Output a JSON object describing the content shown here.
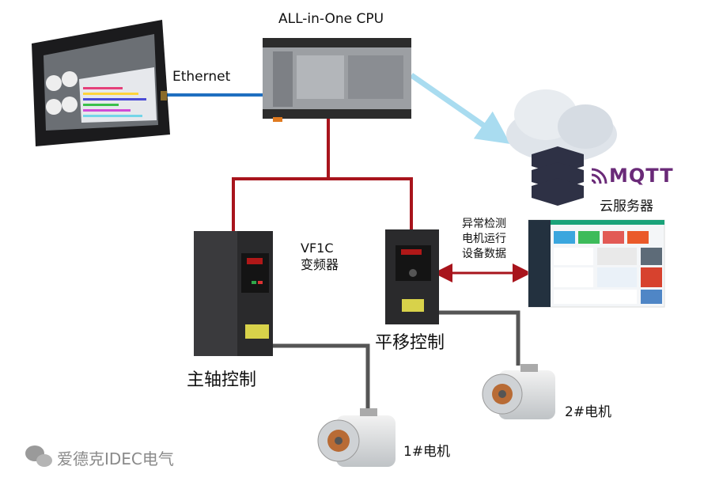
{
  "labels": {
    "cpu": "ALL-in-One CPU",
    "ethernet": "Ethernet",
    "vfd_model": "VF1C",
    "vfd_name": "变频器",
    "spindle_control": "主轴控制",
    "traverse_control": "平移控制",
    "cloud_server": "云服务器",
    "mqtt": "MQTT",
    "data_lines": [
      "异常检测",
      "电机运行",
      "设备数据"
    ],
    "motor1": "1#电机",
    "motor2": "2#电机",
    "watermark": "爱德克IDEC电气"
  },
  "colors": {
    "ethernet_line": "#1f6fc0",
    "control_line": "#a8141c",
    "motor_cable": "#555555",
    "cloud_arrow": "#a9dcf0",
    "mqtt_brand": "#6a2a78",
    "data_arrow": "#a8141c"
  }
}
